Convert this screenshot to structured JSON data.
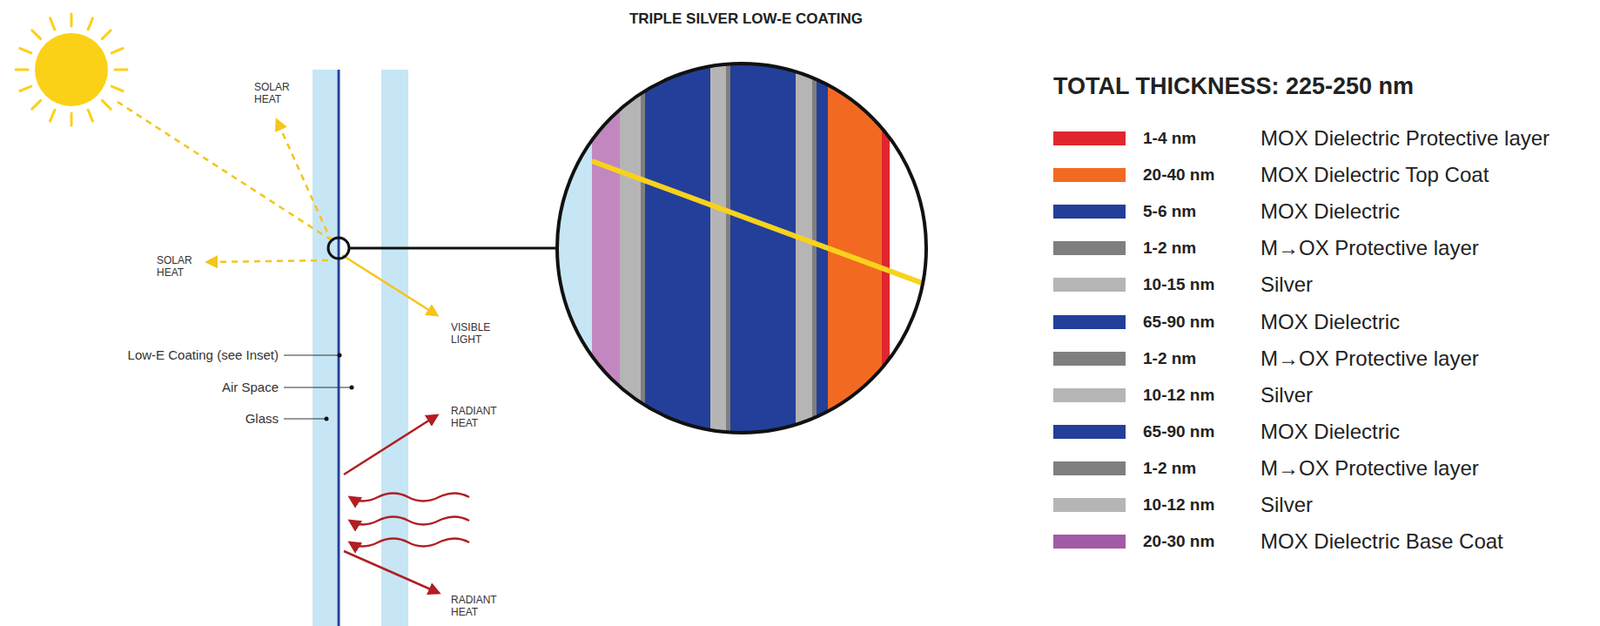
{
  "diagram": {
    "title": "TRIPLE SILVER LOW-E COATING",
    "labels": [
      "TOTAL THICKNESS: 225-250 nm",
      "1-4 nm",
      "20-40 nm",
      "5-6 nm",
      "1-2 nm",
      "10-15 nm",
      "65-90 nm",
      "1-2 nm",
      "10-12 nm",
      "65-90 nm",
      "1-2 nm",
      "10-12 nm",
      "20-30 nm",
      "SOLAR HEAT",
      "SOLAR HEAT",
      "VISIBLE LIGHT",
      "RADIANT HEAT",
      "RADIANT HEAT",
      "Low-E Coating (see Inset)",
      "Air Space",
      "Glass"
    ],
    "legend": [
      {
        "text": "MOX Dielectric Protective layer",
        "color": "#e0262e"
      },
      {
        "text": "MOX Dielectric Top Coat",
        "color": "#f26a21"
      },
      {
        "text": "MOX Dielectric",
        "color": "#233f99"
      },
      {
        "text": "M→OX Protective layer",
        "color": "#7f7f7f"
      },
      {
        "text": "Silver",
        "color": "#b5b5b5"
      },
      {
        "text": "MOX Dielectric",
        "color": "#233f99"
      },
      {
        "text": "M→OX Protective layer",
        "color": "#7f7f7f"
      },
      {
        "text": "Silver",
        "color": "#b5b5b5"
      },
      {
        "text": "MOX Dielectric",
        "color": "#233f99"
      },
      {
        "text": "M→OX Protective layer",
        "color": "#7f7f7f"
      },
      {
        "text": "Silver",
        "color": "#b5b5b5"
      },
      {
        "text": "MOX Dielectric Base Coat",
        "color": "#a25ba6"
      }
    ]
  }
}
